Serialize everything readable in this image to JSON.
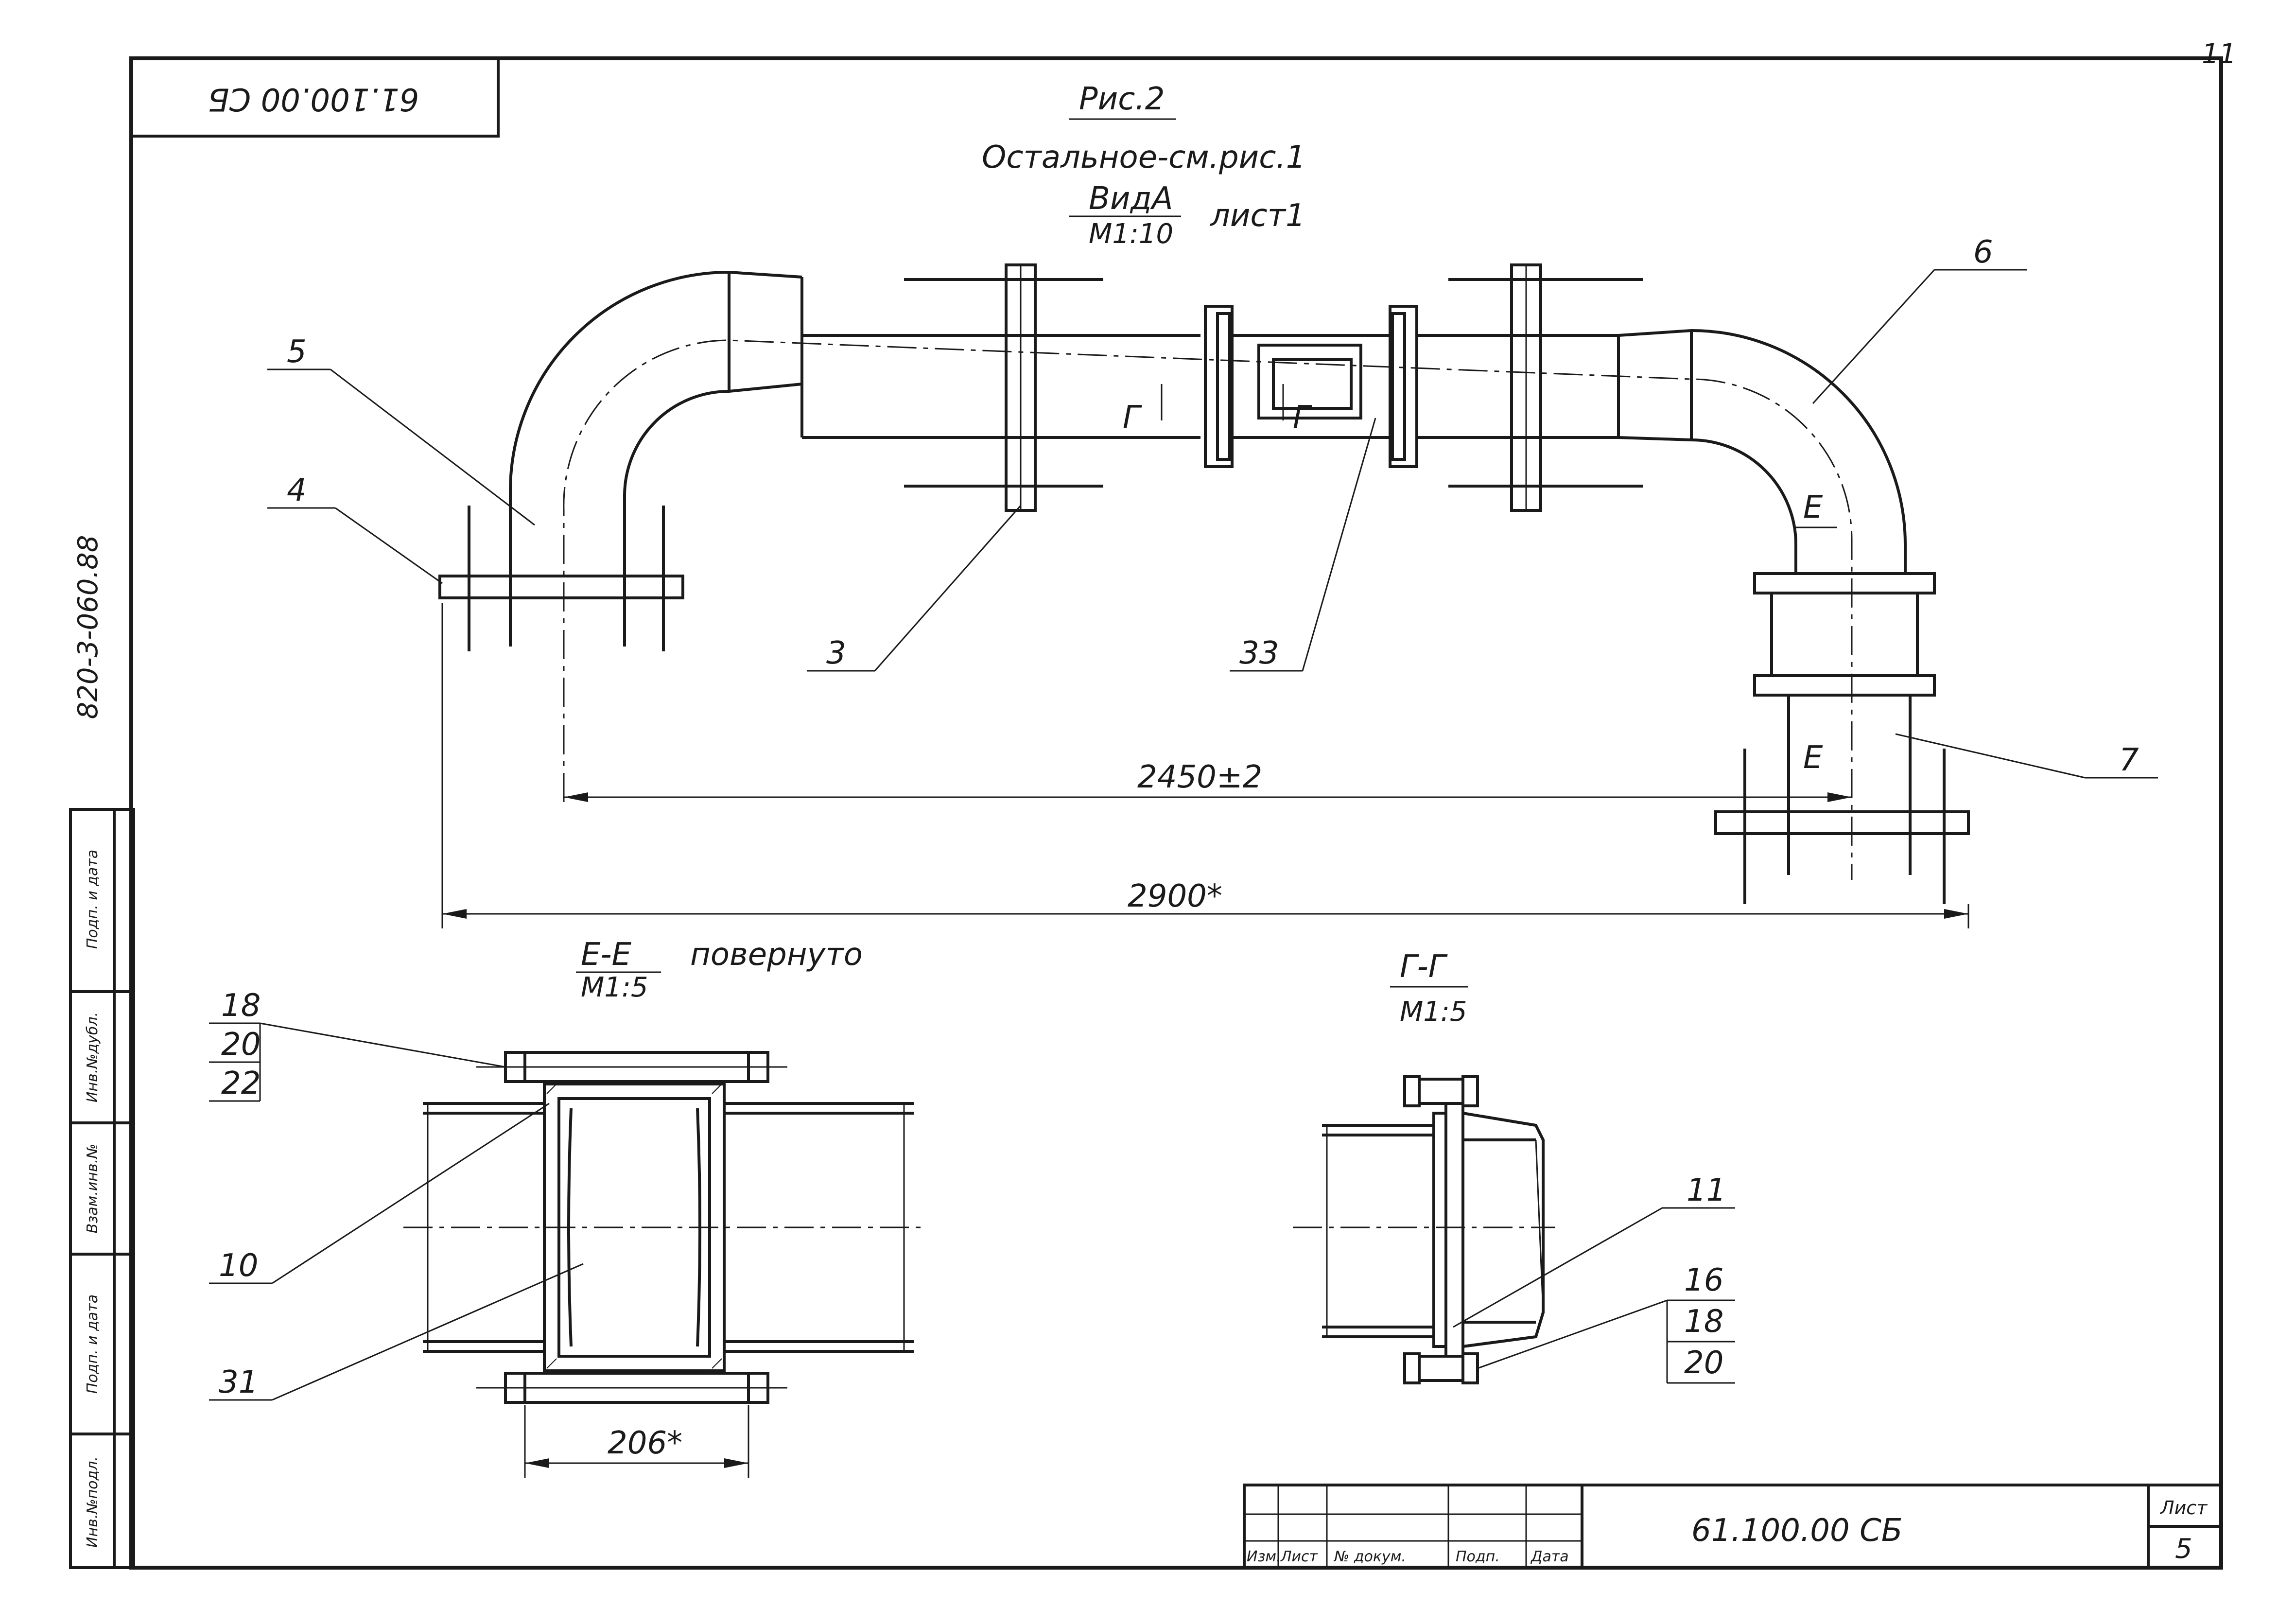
{
  "sheet": {
    "page_number": "11",
    "rotated_code": "61.100.00 СБ",
    "side_code": "820-3-060.88",
    "side_labels": [
      "Инв.№подл.",
      "Подп. и дата",
      "Взам.инв.№",
      "Инв.№дубл.",
      "Подп. и дата"
    ]
  },
  "titles": {
    "figure": "Рис.2",
    "rest_note": "Остальное-см.рис.1",
    "view": "ВидА",
    "view_scale": "М1:10",
    "view_sheet": "лист1"
  },
  "callouts": {
    "c5": "5",
    "c4": "4",
    "c3": "3",
    "c33": "33",
    "c6": "6",
    "c7": "7",
    "c18a": "18",
    "c20a": "20",
    "c22a": "22",
    "c10": "10",
    "c31": "31",
    "c11": "11",
    "c16": "16",
    "c18b": "18",
    "c20b": "20"
  },
  "section_marks": {
    "g": "Г",
    "e": "Е"
  },
  "dimensions": {
    "d2450": "2450±2",
    "d2900": "2900*",
    "d206": "206*"
  },
  "sections": {
    "ee_title": "Е-Е",
    "ee_note": "повернуто",
    "ee_scale": "М1:5",
    "gg_title": "Г-Г",
    "gg_scale": "М1:5"
  },
  "title_block": {
    "headers": [
      "Изм.",
      "Лист",
      "№ докум.",
      "Подп.",
      "Дата"
    ],
    "designation": "61.100.00 СБ",
    "sheet_label": "Лист",
    "sheet_number": "5"
  }
}
